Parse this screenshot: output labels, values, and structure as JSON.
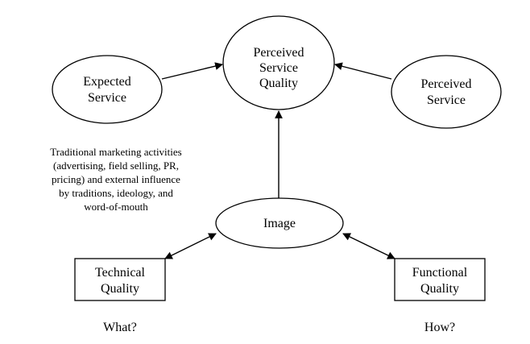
{
  "nodes": {
    "perceived_service_quality": {
      "lines": [
        "Perceived",
        "Service",
        "Quality"
      ]
    },
    "expected_service": {
      "lines": [
        "Expected",
        "Service"
      ]
    },
    "perceived_service": {
      "lines": [
        "Perceived",
        "Service"
      ]
    },
    "image": {
      "lines": [
        "Image"
      ]
    },
    "technical_quality": {
      "lines": [
        "Technical",
        "Quality"
      ]
    },
    "functional_quality": {
      "lines": [
        "Functional",
        "Quality"
      ]
    }
  },
  "annotations": {
    "what": "What?",
    "how": "How?",
    "influences": [
      "Traditional marketing activities",
      "(advertising, field selling, PR,",
      "pricing) and external influence",
      "by traditions, ideology, and",
      "word-of-mouth"
    ]
  },
  "colors": {
    "stroke": "#000000",
    "background": "#ffffff"
  }
}
